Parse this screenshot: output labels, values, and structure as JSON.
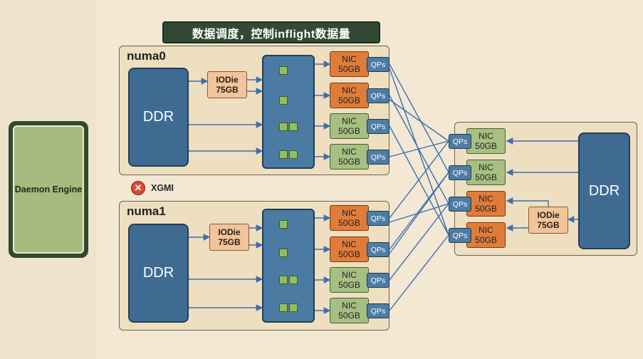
{
  "banner": "数据调度，控制inflight数据量",
  "daemon_label": "Daemon Engine",
  "numa0": {
    "title": "numa0",
    "ddr": "DDR",
    "iodie": {
      "name": "IODie",
      "bw": "75GB"
    },
    "nics": [
      {
        "name": "NIC",
        "bw": "50GB",
        "qps": "QPs",
        "color": "#e07c3a"
      },
      {
        "name": "NIC",
        "bw": "50GB",
        "qps": "QPs",
        "color": "#e07c3a"
      },
      {
        "name": "NIC",
        "bw": "50GB",
        "qps": "QPs",
        "color": "#a6bf82"
      },
      {
        "name": "NIC",
        "bw": "50GB",
        "qps": "QPs",
        "color": "#a6bf82"
      }
    ]
  },
  "numa1": {
    "title": "numa1",
    "ddr": "DDR",
    "iodie": {
      "name": "IODie",
      "bw": "75GB"
    },
    "nics": [
      {
        "name": "NIC",
        "bw": "50GB",
        "qps": "QPs",
        "color": "#e07c3a"
      },
      {
        "name": "NIC",
        "bw": "50GB",
        "qps": "QPs",
        "color": "#e07c3a"
      },
      {
        "name": "NIC",
        "bw": "50GB",
        "qps": "QPs",
        "color": "#a6bf82"
      },
      {
        "name": "NIC",
        "bw": "50GB",
        "qps": "QPs",
        "color": "#a6bf82"
      }
    ]
  },
  "xgmi": "XGMI",
  "remote": {
    "ddr": "DDR",
    "iodie": {
      "name": "IODie",
      "bw": "75GB"
    },
    "nics": [
      {
        "name": "NIC",
        "bw": "50GB",
        "qps": "QPs",
        "color": "#a6bf82"
      },
      {
        "name": "NIC",
        "bw": "50GB",
        "qps": "QPs",
        "color": "#a6bf82"
      },
      {
        "name": "NIC",
        "bw": "50GB",
        "qps": "QPs",
        "color": "#e07c3a"
      },
      {
        "name": "NIC",
        "bw": "50GB",
        "qps": "QPs",
        "color": "#e07c3a"
      }
    ]
  },
  "colors": {
    "wire": "#3d6fb0",
    "ddr": "#3f6b93",
    "background": "#f3e8d3"
  }
}
